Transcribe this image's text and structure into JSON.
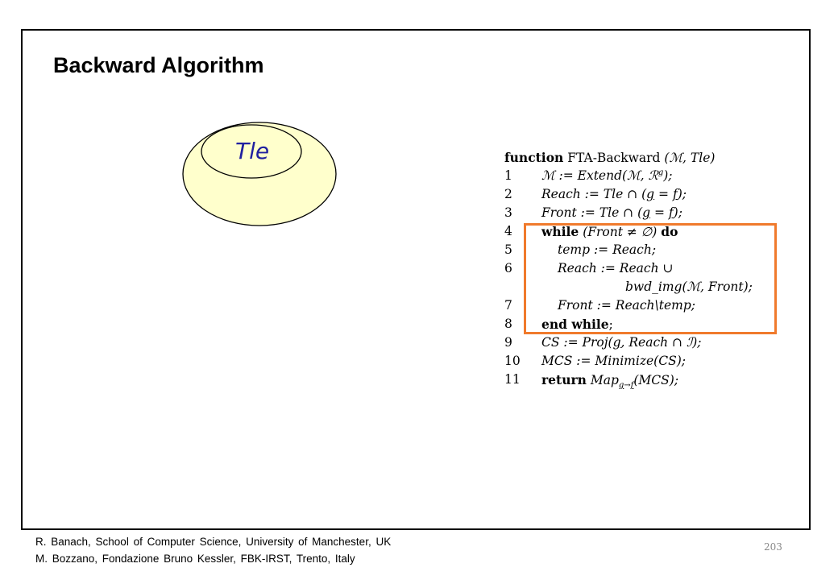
{
  "slide": {
    "title": "Backward Algorithm",
    "page_number": "203"
  },
  "diagram": {
    "inner_label": "Tle"
  },
  "algorithm": {
    "header": {
      "keyword": "function",
      "name": "FTA-Backward",
      "args": "(ℳ, Tle)"
    },
    "lines": [
      {
        "num": "1",
        "code": "ℳ := Extend(ℳ, ℛ",
        "sup": "g",
        "tail": ");"
      },
      {
        "num": "2",
        "pre": "Reach := Tle ∩ (",
        "u1": "g",
        "mid": " = ",
        "u2": "f",
        "tail": ");"
      },
      {
        "num": "3",
        "pre": "Front := Tle ∩ (",
        "u1": "g",
        "mid": " = ",
        "u2": "f",
        "tail": ");"
      },
      {
        "num": "4",
        "kw1": "while",
        "code": " (Front ≠ ∅) ",
        "kw2": "do"
      },
      {
        "num": "5",
        "code": "temp := Reach;"
      },
      {
        "num": "6",
        "code": "Reach := Reach ∪"
      },
      {
        "num": "",
        "code": "bwd_img(ℳ, Front);"
      },
      {
        "num": "7",
        "code": "Front := Reach\\temp;"
      },
      {
        "num": "8",
        "kw1": "end while",
        "tail": ";"
      },
      {
        "num": "9",
        "pre": "CS := Proj(",
        "u1": "g",
        "tail": ", Reach ∩ ℐ);"
      },
      {
        "num": "10",
        "code": "MCS := Minimize(CS);"
      },
      {
        "num": "11",
        "kw1": "return",
        "code": " Map",
        "sub1": "g",
        "subarrow": "→",
        "sub2": "f",
        "tail": "(MCS);"
      }
    ]
  },
  "footer": {
    "line1": "R. Banach, School of  Computer  Science, University of Manchester,  UK",
    "line2": "M.  Bozzano,  Fondazione  Bruno Kessler,  FBK-IRST,  Trento,  Italy"
  },
  "colors": {
    "highlight_box": "#f07a2c",
    "tle_label": "#2020a0"
  }
}
